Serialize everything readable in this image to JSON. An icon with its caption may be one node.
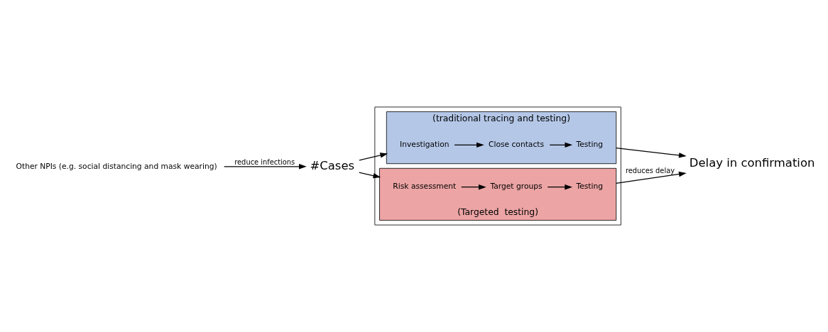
{
  "diagram": {
    "nodes": [
      {
        "text": [
          "Other NPIs (e.g. social distancing and mask wearing)"
        ]
      },
      {
        "text": [
          "#Cases"
        ]
      },
      {
        "text": [],
        "shape": "box"
      },
      {
        "text": [
          "(traditional tracing and testing)"
        ],
        "in": 2
      },
      {
        "text": [
          "Investigation"
        ],
        "in": 3
      },
      {
        "text": [
          "Close contacts"
        ],
        "in": 3
      },
      {
        "text": [
          "Testing"
        ],
        "in": 3
      },
      {
        "text": [
          "(Targeted  testing)"
        ],
        "in": 2
      },
      {
        "text": [
          "Risk assessment"
        ],
        "in": 7
      },
      {
        "text": [
          "Target groups"
        ],
        "in": 7
      },
      {
        "text": [
          "Testing"
        ],
        "in": 7
      },
      {
        "text": [
          "Delay in confirmation"
        ]
      }
    ],
    "edges": [
      {
        "from": 0,
        "to": 1,
        "arrow": "to",
        "label": "reduce infections"
      },
      {
        "from": 1,
        "to": 3,
        "arrow": "to"
      },
      {
        "from": 1,
        "to": 7,
        "arrow": "to"
      },
      {
        "from": 4,
        "to": 5,
        "arrow": "to"
      },
      {
        "from": 5,
        "to": 6,
        "arrow": "to"
      },
      {
        "from": 8,
        "to": 9,
        "arrow": "to"
      },
      {
        "from": 9,
        "to": 10,
        "arrow": "to"
      },
      {
        "from": 3,
        "to": 11,
        "arrow": "to"
      },
      {
        "from": 7,
        "to": 11,
        "arrow": "to",
        "label": "reduces delay"
      }
    ]
  }
}
